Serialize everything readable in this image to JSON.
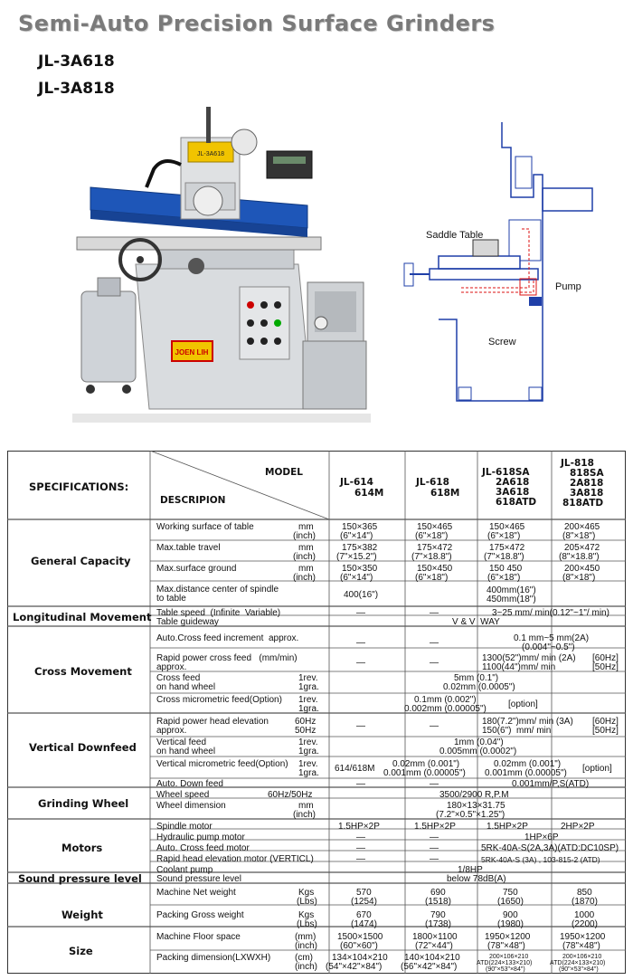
{
  "header": {
    "title": "Semi-Auto Precision Surface Grinders",
    "model_1": "JL-3A618",
    "model_2": "JL-3A818"
  },
  "photo": {
    "nameplate": "JL-3A618",
    "logo": "JOEN LIH"
  },
  "diagram": {
    "label_saddle": "Saddle Table",
    "label_pump": "Pump",
    "label_screw": "Screw"
  },
  "spec": {
    "header_specs": "SPECIFICATIONS:",
    "header_model": "MODEL",
    "header_desc": "DESCRIPION",
    "models": [
      {
        "line1": "JL-614",
        "line2": "614M"
      },
      {
        "line1": "JL-618",
        "line2": "618M"
      },
      {
        "line1": "JL-618SA",
        "line2": "2A618",
        "line3": "3A618",
        "line4": "618ATD"
      },
      {
        "line1": "JL-818",
        "line2": "818SA",
        "line3": "2A818",
        "line4": "3A818",
        "line5": "818ATD"
      }
    ],
    "sections": {
      "general": "General Capacity",
      "longitudinal": "Longitudinal Movement",
      "cross": "Cross Movement",
      "vertical": "Vertical Downfeed",
      "grinding": "Grinding Wheel",
      "motors": "Motors",
      "sound": "Sound pressure level",
      "weight": "Weight",
      "size": "Size"
    },
    "rows": {
      "working_surface": {
        "label": "Working surface of table",
        "unit1": "mm",
        "unit2": "(inch)",
        "v": [
          [
            "150×365",
            "(6\"×14\")"
          ],
          [
            "150×465",
            "(6\"×18\")"
          ],
          [
            "150×465",
            "(6\"×18\")"
          ],
          [
            "200×465",
            "(8\"×18\")"
          ]
        ]
      },
      "table_travel": {
        "label": "Max.table travel",
        "unit1": "mm",
        "unit2": "(inch)",
        "v": [
          [
            "175×382",
            "(7\"×15.2\")"
          ],
          [
            "175×472",
            "(7\"×18.8\")"
          ],
          [
            "175×472",
            "(7\"×18.8\")"
          ],
          [
            "205×472",
            "(8\"×18.8\")"
          ]
        ]
      },
      "surface_ground": {
        "label": "Max.surface ground",
        "unit1": "mm",
        "unit2": "(inch)",
        "v": [
          [
            "150×350",
            "(6\"×14\")"
          ],
          [
            "150×450",
            "(6\"×18\")"
          ],
          [
            "150 450",
            "(6\"×18\")"
          ],
          [
            "200×450",
            "(8\"×18\")"
          ]
        ]
      },
      "spindle_dist": {
        "label1": "Max.distance center of spindle",
        "label2": "to table",
        "v1": "400(16\")",
        "v_rest1": "400mm(16\")",
        "v_rest2": "450mm(18\")"
      },
      "table_speed": {
        "label": "Table speed  (Infinite  Variable)",
        "dash": "—",
        "v": "3~25 mm/ min(0.12\"~1\"/ min)"
      },
      "table_guideway": {
        "label": "Table guideway",
        "v": "V & V  WAY"
      },
      "auto_cross": {
        "label": "Auto.Cross feed increment  approx.",
        "v1": "0.1 mm~5 mm(2A)",
        "v2": "(0.004\"~0.5\")"
      },
      "rapid_cross": {
        "label1": "Rapid power cross feed   (mm/min)",
        "label2": "approx.",
        "v1": "1300(52\")mm/ min (2A)",
        "v2": "1100(44\")mm/ min",
        "hz1": "[60Hz]",
        "hz2": "[50Hz]"
      },
      "cross_hand": {
        "label1": "Cross feed",
        "label2": "on hand wheel",
        "u1": "1rev.",
        "u2": "1gra.",
        "v1": "5mm (0.1\")",
        "v2": "0.02mm (0.0005\")"
      },
      "cross_micro": {
        "label": "Cross micrometric feed(Option)",
        "u1": "1rev.",
        "u2": "1gra.",
        "v1": "0.1mm (0.002\")",
        "v2": "0.002mm (0.00005\")",
        "opt": "[option]"
      },
      "rapid_head": {
        "label1": "Rapid power head elevation",
        "label2": "approx.",
        "u1": "60Hz",
        "u2": "50Hz",
        "v1": "180(7.2\")mm/ min (3A)",
        "v2": "150(6\")  mm/ min",
        "hz1": "[60Hz]",
        "hz2": "[50Hz]"
      },
      "vert_hand": {
        "label1": "Vertical feed",
        "label2": "on hand wheel",
        "u1": "1rev.",
        "u2": "1gra.",
        "v1": "1mm (0.04\")",
        "v2": "0.005mm (0.0002\")"
      },
      "vert_micro": {
        "label": "Vertical micrometric feed(Option)",
        "u1": "1rev.",
        "u2": "1gra.",
        "model": "614/618M",
        "a1": "0.02mm (0.001\")",
        "a2": "0.001mm (0.00005\")",
        "b1": "0.02mm (0.001\")",
        "b2": "0.001mm (0.00005\")",
        "opt": "[option]"
      },
      "auto_down": {
        "label": "Auto. Down feed",
        "v": "0.001mm/P,S(ATD)"
      },
      "wheel_speed": {
        "label": "Wheel speed",
        "unit": "60Hz/50Hz",
        "v": "3500/2900 R,P.M"
      },
      "wheel_dim": {
        "label": "Wheel dimension",
        "unit1": "mm",
        "unit2": "(inch)",
        "v1": "180×13×31.75",
        "v2": "(7.2\"×0.5\"×1.25\")"
      },
      "spindle_motor": {
        "label": "Spindle motor",
        "v": [
          "1.5HP×2P",
          "1.5HP×2P",
          "1.5HP×2P",
          "2HP×2P"
        ]
      },
      "hyd_pump": {
        "label": "Hydraulic pump motor",
        "v": "1HP×6P"
      },
      "auto_cross_motor": {
        "label": "Auto. Cross feed motor",
        "v": "5RK-40A-S(2A,3A)(ATD:DC10SP)"
      },
      "rapid_head_motor": {
        "label": "Rapid head elevation motor (VERTICL)",
        "v": "5RK-40A-S (3A) , 103-815-2 (ATD)"
      },
      "coolant": {
        "label": "Coolant pump",
        "v": "1/8HP"
      },
      "sound": {
        "label": "Sound pressure level",
        "v": "below 78dB(A)"
      },
      "net_weight": {
        "label": "Machine Net weight",
        "unit1": "Kgs",
        "unit2": "(Lbs)",
        "v": [
          [
            "570",
            "(1254)"
          ],
          [
            "690",
            "(1518)"
          ],
          [
            "750",
            "(1650)"
          ],
          [
            "850",
            "(1870)"
          ]
        ]
      },
      "gross_weight": {
        "label": "Packing Gross weight",
        "unit1": "Kgs",
        "unit2": "(Lbs)",
        "v": [
          [
            "670",
            "(1474)"
          ],
          [
            "790",
            "(1738)"
          ],
          [
            "900",
            "(1980)"
          ],
          [
            "1000",
            "(2200)"
          ]
        ]
      },
      "floor_space": {
        "label": "Machine Floor space",
        "unit1": "(mm)",
        "unit2": "(inch)",
        "v": [
          [
            "1500×1500",
            "(60\"×60\")"
          ],
          [
            "1800×1100",
            "(72\"×44\")"
          ],
          [
            "1950×1200",
            "(78\"×48\")"
          ],
          [
            "1950×1200",
            "(78\"×48\")"
          ]
        ]
      },
      "packing_dim": {
        "label": "Packing dimension(LXWXH)",
        "unit1": "(cm)",
        "unit2": "(inch)",
        "v": [
          [
            "134×104×210",
            "(54\"×42\"×84\")"
          ],
          [
            "140×104×210",
            "(56\"×42\"×84\")"
          ]
        ],
        "small": [
          [
            "200×106×210",
            "ATD(224×133×210)",
            "(90\"×53\"×84\")"
          ],
          [
            "200×106×210",
            "ATD(224×133×210)",
            "(90\"×53\"×84\")"
          ]
        ]
      }
    }
  }
}
